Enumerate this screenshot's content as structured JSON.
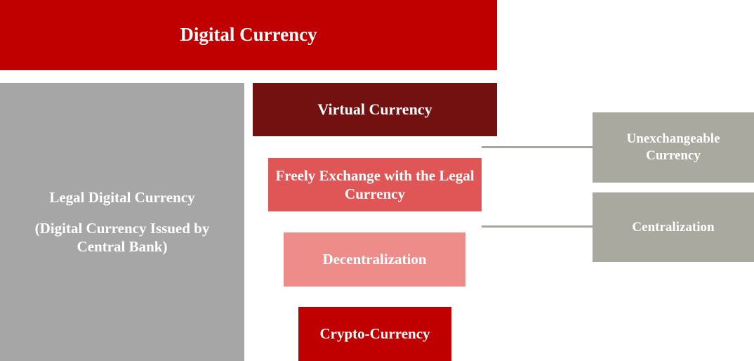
{
  "colors": {
    "digital": "#c00000",
    "legal": "#a6a6a6",
    "virtual": "#731010",
    "freely": "#e05555",
    "decentralization": "#ee8c8a",
    "crypto": "#c00000",
    "side_boxes": "#aaa9a0",
    "connector": "#a6a6a0"
  },
  "boxes": {
    "digital": "Digital Currency",
    "legal": "Legal Digital Currency",
    "legal_sub": "(Digital Currency Issued by Central Bank)",
    "virtual": "Virtual Currency",
    "freely": "Freely Exchange with the Legal Currency",
    "decentralization": "Decentralization",
    "crypto": "Crypto-Currency",
    "unexchangeable": "Unexchangeable Currency",
    "centralization": "Centralization"
  }
}
